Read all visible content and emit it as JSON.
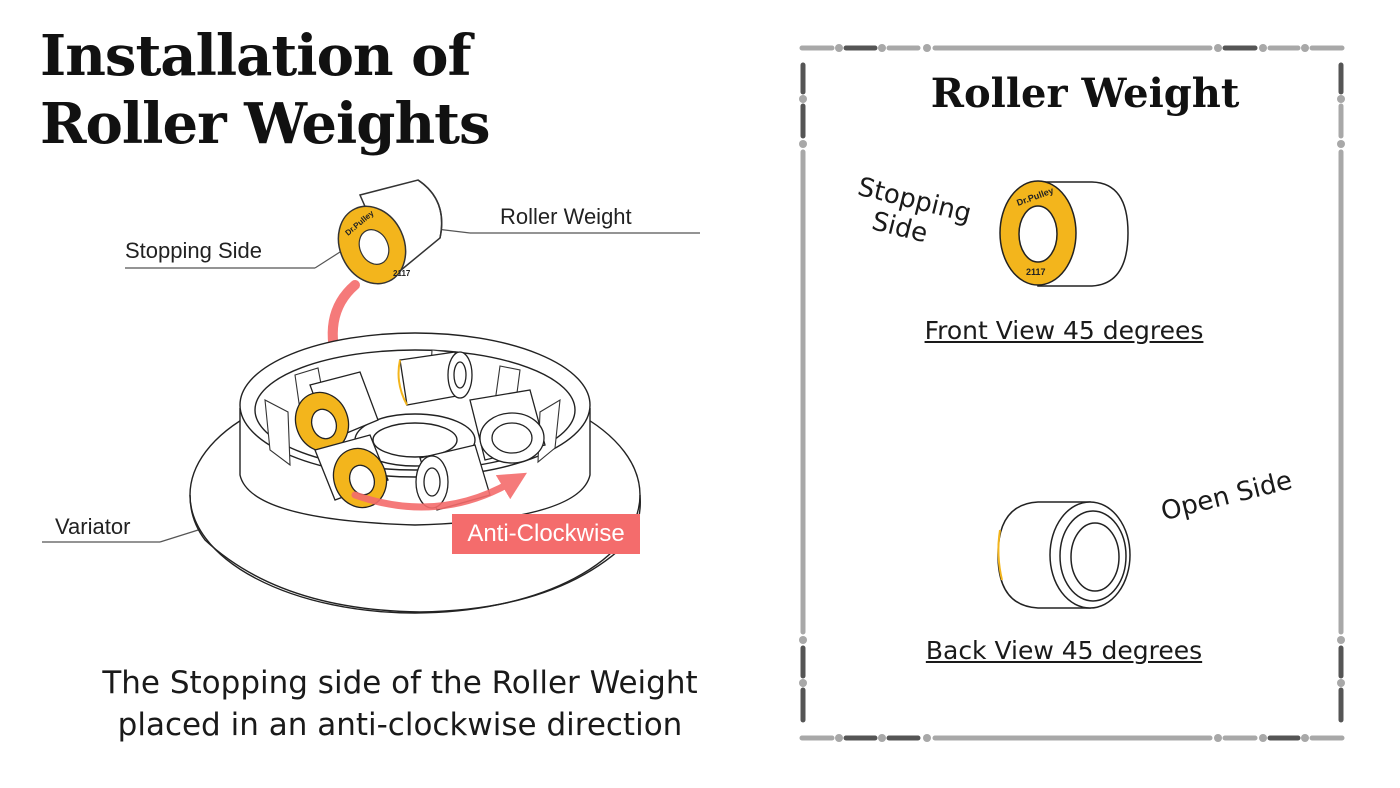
{
  "title": {
    "line1": "Installation of",
    "line2": "Roller Weights"
  },
  "diagram": {
    "roller_weight_label": "Roller Weight",
    "stopping_side_label": "Stopping Side",
    "variator_label": "Variator",
    "direction_label": "Anti-Clockwise",
    "roller_brand_text": "Dr.Pulley",
    "roller_code_text": "2117"
  },
  "caption": {
    "line1": "The Stopping side  of  the Roller Weight",
    "line2": "placed in an anti-clockwise direction"
  },
  "panel": {
    "title": "Roller Weight",
    "stopping_side_line1": "Stopping",
    "stopping_side_line2": "Side",
    "front_view_caption": "Front View 45 degrees",
    "open_side_label": "Open Side",
    "back_view_caption": "Back View 45 degrees"
  },
  "colors": {
    "stopping_side_yellow": "#f3b51c",
    "arrow_red": "#f46c6c",
    "frame_light_gray": "#a8a8a8",
    "frame_dark_gray": "#555555"
  }
}
